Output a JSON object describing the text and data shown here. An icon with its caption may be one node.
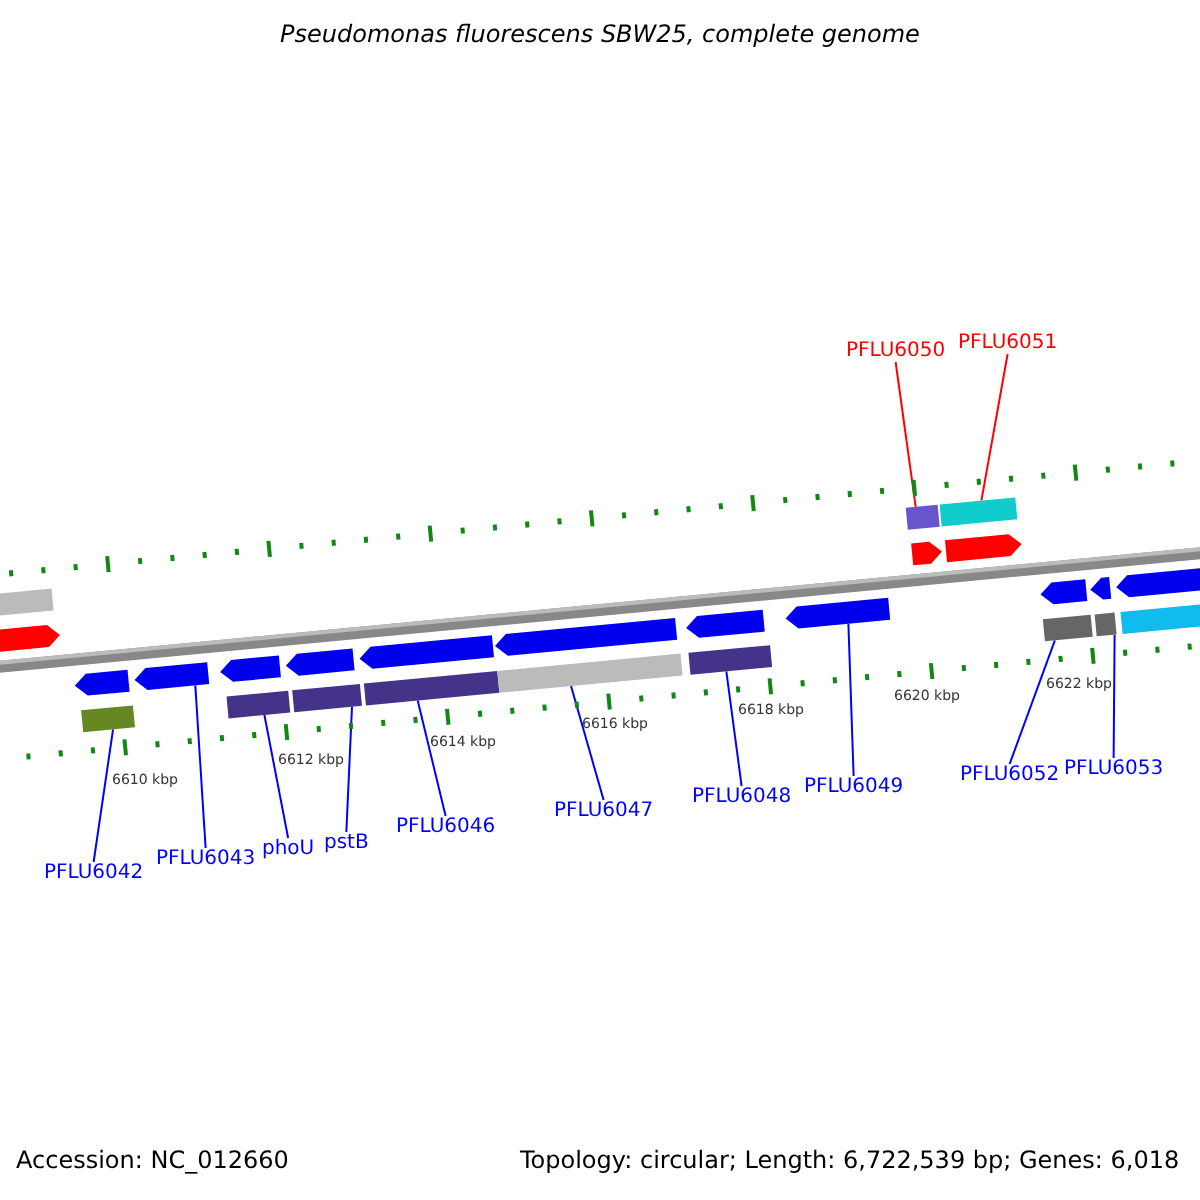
{
  "diagram": {
    "title": "Pseudomonas fluorescens SBW25, complete genome",
    "nodes": [
      {
        "text": [
          "PFLU6050"
        ]
      },
      {
        "text": [
          "PFLU6051"
        ]
      },
      {
        "text": [
          "PFLU6042"
        ]
      },
      {
        "text": [
          "PFLU6043"
        ]
      },
      {
        "text": [
          "phoU"
        ]
      },
      {
        "text": [
          "pstB"
        ]
      },
      {
        "text": [
          "PFLU6046"
        ]
      },
      {
        "text": [
          "PFLU6047"
        ]
      },
      {
        "text": [
          "PFLU6048"
        ]
      },
      {
        "text": [
          "PFLU6049"
        ]
      },
      {
        "text": [
          "PFLU6052"
        ]
      },
      {
        "text": [
          "PFLU6053"
        ]
      },
      {
        "text": [],
        "shape": "box"
      },
      {
        "text": [],
        "shape": "box"
      },
      {
        "text": [],
        "shape": "box"
      },
      {
        "text": [],
        "shape": "arrow"
      },
      {
        "text": [],
        "shape": "arrow"
      },
      {
        "text": [],
        "shape": "arrow"
      },
      {
        "text": [],
        "shape": "arrow"
      },
      {
        "text": [],
        "shape": "arrow"
      },
      {
        "text": [],
        "shape": "arrow"
      },
      {
        "text": [],
        "shape": "arrow"
      },
      {
        "text": [],
        "shape": "arrow"
      },
      {
        "text": [],
        "shape": "arrow"
      },
      {
        "text": [],
        "shape": "arrow"
      },
      {
        "text": [],
        "shape": "arrow"
      },
      {
        "text": [],
        "shape": "arrow"
      },
      {
        "text": [],
        "shape": "arrow"
      },
      {
        "text": [],
        "shape": "arrow"
      },
      {
        "text": [],
        "shape": "box"
      },
      {
        "text": [],
        "shape": "box"
      },
      {
        "text": [],
        "shape": "box"
      },
      {
        "text": [],
        "shape": "box"
      },
      {
        "text": [],
        "shape": "box"
      },
      {
        "text": [],
        "shape": "box"
      },
      {
        "text": [],
        "shape": "box"
      },
      {
        "text": [],
        "shape": "box"
      },
      {
        "text": [],
        "shape": "box"
      }
    ],
    "edges": [
      {
        "from": 0,
        "to": 13,
        "arrow": "none",
        "color": "#ff0000"
      },
      {
        "from": 1,
        "to": 14,
        "arrow": "none",
        "color": "#ff0000"
      },
      {
        "from": 2,
        "to": 29,
        "arrow": "none"
      },
      {
        "from": 3,
        "to": 19,
        "arrow": "none"
      },
      {
        "from": 4,
        "to": 30,
        "arrow": "none"
      },
      {
        "from": 5,
        "to": 31,
        "arrow": "none"
      },
      {
        "from": 6,
        "to": 32,
        "arrow": "none"
      },
      {
        "from": 7,
        "to": 33,
        "arrow": "none"
      },
      {
        "from": 8,
        "to": 34,
        "arrow": "none"
      },
      {
        "from": 9,
        "to": 25,
        "arrow": "none"
      },
      {
        "from": 10,
        "to": 35,
        "arrow": "none"
      },
      {
        "from": 11,
        "to": 36,
        "arrow": "none"
      }
    ],
    "labels": [
      "6610 kbp",
      "6612 kbp",
      "6614 kbp",
      "6616 kbp",
      "6618 kbp",
      "6620 kbp",
      "6622 kbp",
      "Accession: NC_012660",
      "Topology: circular; Length: 6,722,539 bp; Genes: 6,018"
    ]
  }
}
